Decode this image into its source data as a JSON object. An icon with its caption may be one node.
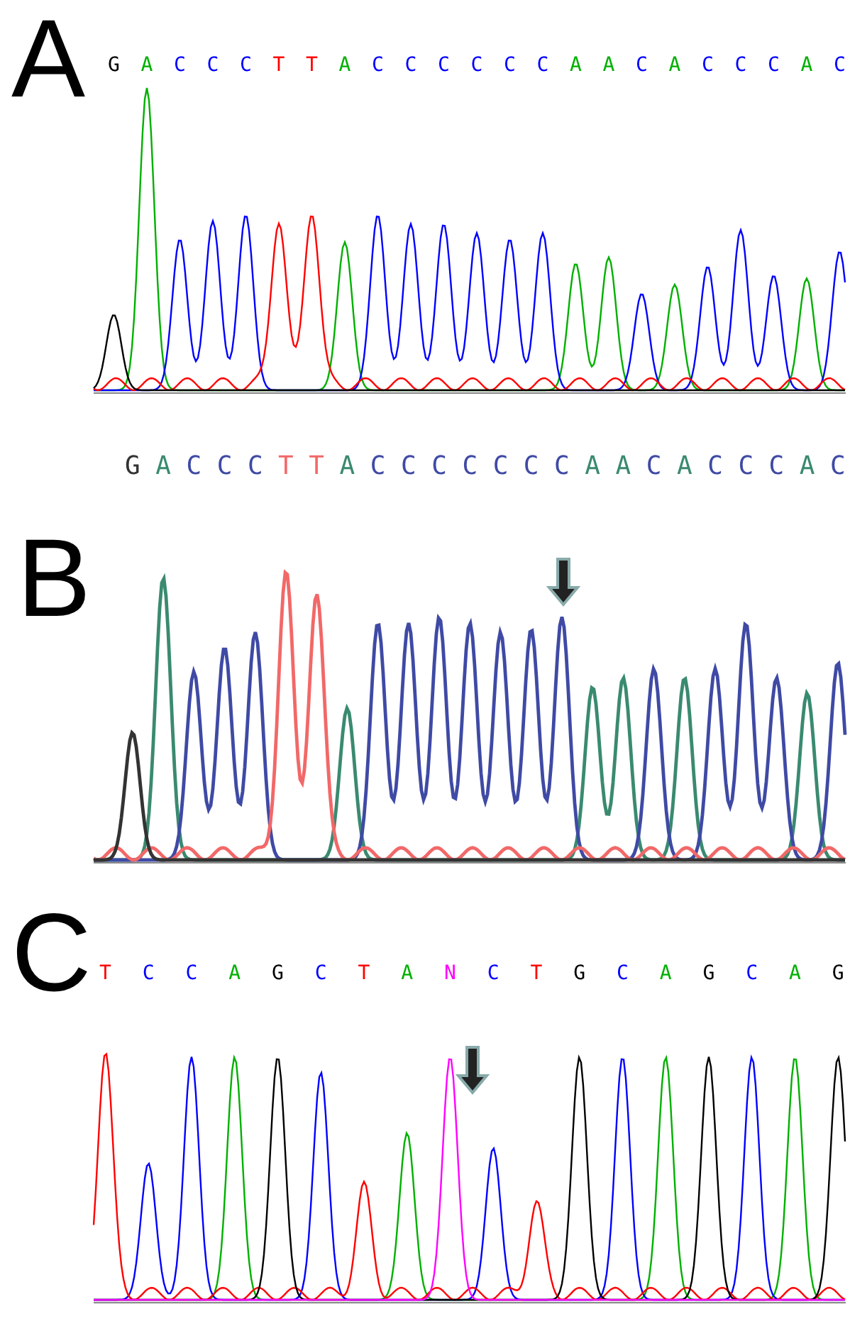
{
  "diagram": {
    "labels": [
      "A",
      "G A C C C T T A C C C C C C A A C A C C C A C",
      "G A C C C T T A C C C C C C C A A C A C C C A C",
      "B",
      "C",
      "T C C A G C T A N C T G C A G C A G"
    ]
  }
}
